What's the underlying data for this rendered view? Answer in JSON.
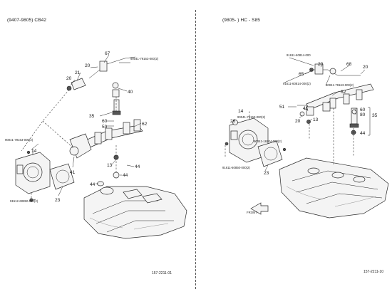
{
  "left_panel": {
    "title": "(9407-9805) CB42",
    "callouts": [
      "67",
      "20",
      "21",
      "20",
      "40",
      "35",
      "60",
      "59",
      "62",
      "14",
      "41",
      "13",
      "44",
      "44",
      "44",
      "23"
    ],
    "part_numbers": [
      "90041-79163-000(2)",
      "90041-79163-000(2)",
      "91512-60850-000(2)"
    ],
    "footer_code": "157-2211-01"
  },
  "right_panel": {
    "title": "(9805-        ) HC - S85",
    "callouts": [
      "65",
      "20",
      "68",
      "20",
      "62",
      "51",
      "20",
      "41",
      "13",
      "14",
      "26",
      "23",
      "60",
      "80",
      "35",
      "44"
    ],
    "part_numbers": [
      "91611-60814-000",
      "91611-60814-000(2)",
      "90041-79163-000(2)",
      "90041-79163-000(2)",
      "90041-16204-000(2)",
      "91611-60850-000(2)"
    ],
    "front_label": "FRONT",
    "footer_code": "157-2211-10"
  }
}
